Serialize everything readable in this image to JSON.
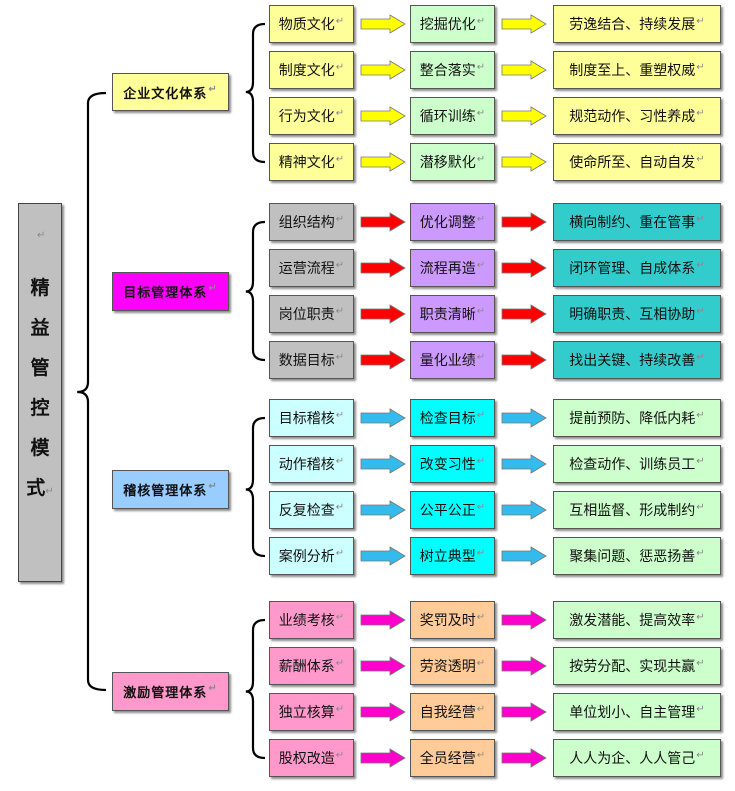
{
  "title": "精益管控模式",
  "arrow_colors": [
    "#ffff00",
    "#ff0000",
    "#33bbee",
    "#ff00cc"
  ],
  "groups": [
    {
      "name": "企业文化体系",
      "color": "#ffff99",
      "rows": [
        {
          "a": "物质文化",
          "b": "挖掘优化",
          "c": "劳逸结合、持续发展",
          "a_color": "#ffff99",
          "b_color": "#ccffcc",
          "c_color": "#ffff99"
        },
        {
          "a": "制度文化",
          "b": "整合落实",
          "c": "制度至上、重塑权威",
          "a_color": "#ffff99",
          "b_color": "#ccffcc",
          "c_color": "#ffff99"
        },
        {
          "a": "行为文化",
          "b": "循环训练",
          "c": "规范动作、习性养成",
          "a_color": "#ffff99",
          "b_color": "#ccffcc",
          "c_color": "#ffff99"
        },
        {
          "a": "精神文化",
          "b": "潜移默化",
          "c": "使命所至、自动自发",
          "a_color": "#ffff99",
          "b_color": "#ccffcc",
          "c_color": "#ffff99"
        }
      ]
    },
    {
      "name": "目标管理体系",
      "color": "#ff00ff",
      "rows": [
        {
          "a": "组织结构",
          "b": "优化调整",
          "c": "横向制约、重在管事",
          "a_color": "#c0c0c0",
          "b_color": "#cc99ff",
          "c_color": "#33cccc"
        },
        {
          "a": "运营流程",
          "b": "流程再造",
          "c": "闭环管理、自成体系",
          "a_color": "#c0c0c0",
          "b_color": "#cc99ff",
          "c_color": "#33cccc"
        },
        {
          "a": "岗位职责",
          "b": "职责清晰",
          "c": "明确职责、互相协助",
          "a_color": "#c0c0c0",
          "b_color": "#cc99ff",
          "c_color": "#33cccc"
        },
        {
          "a": "数据目标",
          "b": "量化业绩",
          "c": "找出关键、持续改善",
          "a_color": "#c0c0c0",
          "b_color": "#cc99ff",
          "c_color": "#33cccc"
        }
      ]
    },
    {
      "name": "稽核管理体系",
      "color": "#99ccff",
      "rows": [
        {
          "a": "目标稽核",
          "b": "检查目标",
          "c": "提前预防、降低内耗",
          "a_color": "#ccffff",
          "b_color": "#00ffff",
          "c_color": "#ccffcc"
        },
        {
          "a": "动作稽核",
          "b": "改变习性",
          "c": "检查动作、训练员工",
          "a_color": "#ccffff",
          "b_color": "#00ffff",
          "c_color": "#ccffcc"
        },
        {
          "a": "反复检查",
          "b": "公平公正",
          "c": "互相监督、形成制约",
          "a_color": "#ccffff",
          "b_color": "#00ffff",
          "c_color": "#ccffcc"
        },
        {
          "a": "案例分析",
          "b": "树立典型",
          "c": "聚集问题、惩恶扬善",
          "a_color": "#ccffff",
          "b_color": "#00ffff",
          "c_color": "#ccffcc"
        }
      ]
    },
    {
      "name": "激励管理体系",
      "color": "#ff99cc",
      "rows": [
        {
          "a": "业绩考核",
          "b": "奖罚及时",
          "c": "激发潜能、提高效率",
          "a_color": "#ff99cc",
          "b_color": "#ffcc99",
          "c_color": "#ccffcc"
        },
        {
          "a": "薪酬体系",
          "b": "劳资透明",
          "c": "按劳分配、实现共赢",
          "a_color": "#ff99cc",
          "b_color": "#ffcc99",
          "c_color": "#ccffcc"
        },
        {
          "a": "独立核算",
          "b": "自我经营",
          "c": "单位划小、自主管理",
          "a_color": "#ff99cc",
          "b_color": "#ffcc99",
          "c_color": "#ccffcc"
        },
        {
          "a": "股权改造",
          "b": "全员经营",
          "c": "人人为企、人人管己",
          "a_color": "#ff99cc",
          "b_color": "#ffcc99",
          "c_color": "#ccffcc"
        }
      ]
    }
  ]
}
